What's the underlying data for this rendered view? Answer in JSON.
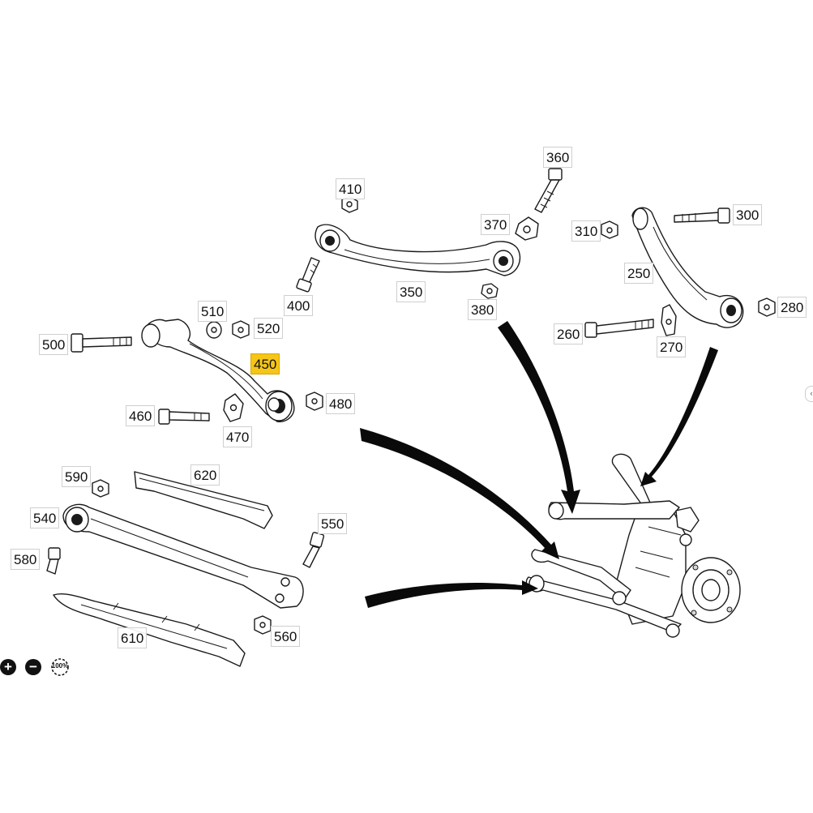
{
  "callouts": [
    {
      "number": "300",
      "highlighted": false
    },
    {
      "number": "310",
      "highlighted": false
    },
    {
      "number": "250",
      "highlighted": false
    },
    {
      "number": "260",
      "highlighted": false
    },
    {
      "number": "270",
      "highlighted": false
    },
    {
      "number": "280",
      "highlighted": false
    },
    {
      "number": "350",
      "highlighted": false
    },
    {
      "number": "360",
      "highlighted": false
    },
    {
      "number": "370",
      "highlighted": false
    },
    {
      "number": "380",
      "highlighted": false
    },
    {
      "number": "400",
      "highlighted": false
    },
    {
      "number": "410",
      "highlighted": false
    },
    {
      "number": "450",
      "highlighted": true
    },
    {
      "number": "460",
      "highlighted": false
    },
    {
      "number": "470",
      "highlighted": false
    },
    {
      "number": "480",
      "highlighted": false
    },
    {
      "number": "500",
      "highlighted": false
    },
    {
      "number": "510",
      "highlighted": false
    },
    {
      "number": "520",
      "highlighted": false
    },
    {
      "number": "540",
      "highlighted": false
    },
    {
      "number": "550",
      "highlighted": false
    },
    {
      "number": "560",
      "highlighted": false
    },
    {
      "number": "580",
      "highlighted": false
    },
    {
      "number": "590",
      "highlighted": false
    },
    {
      "number": "610",
      "highlighted": false
    },
    {
      "number": "620",
      "highlighted": false
    }
  ],
  "zoom_controls": {
    "zoom_in": "+",
    "zoom_out": "−",
    "reset": "100%"
  },
  "side_handle": "‹",
  "highlight_color": "#f5c518"
}
